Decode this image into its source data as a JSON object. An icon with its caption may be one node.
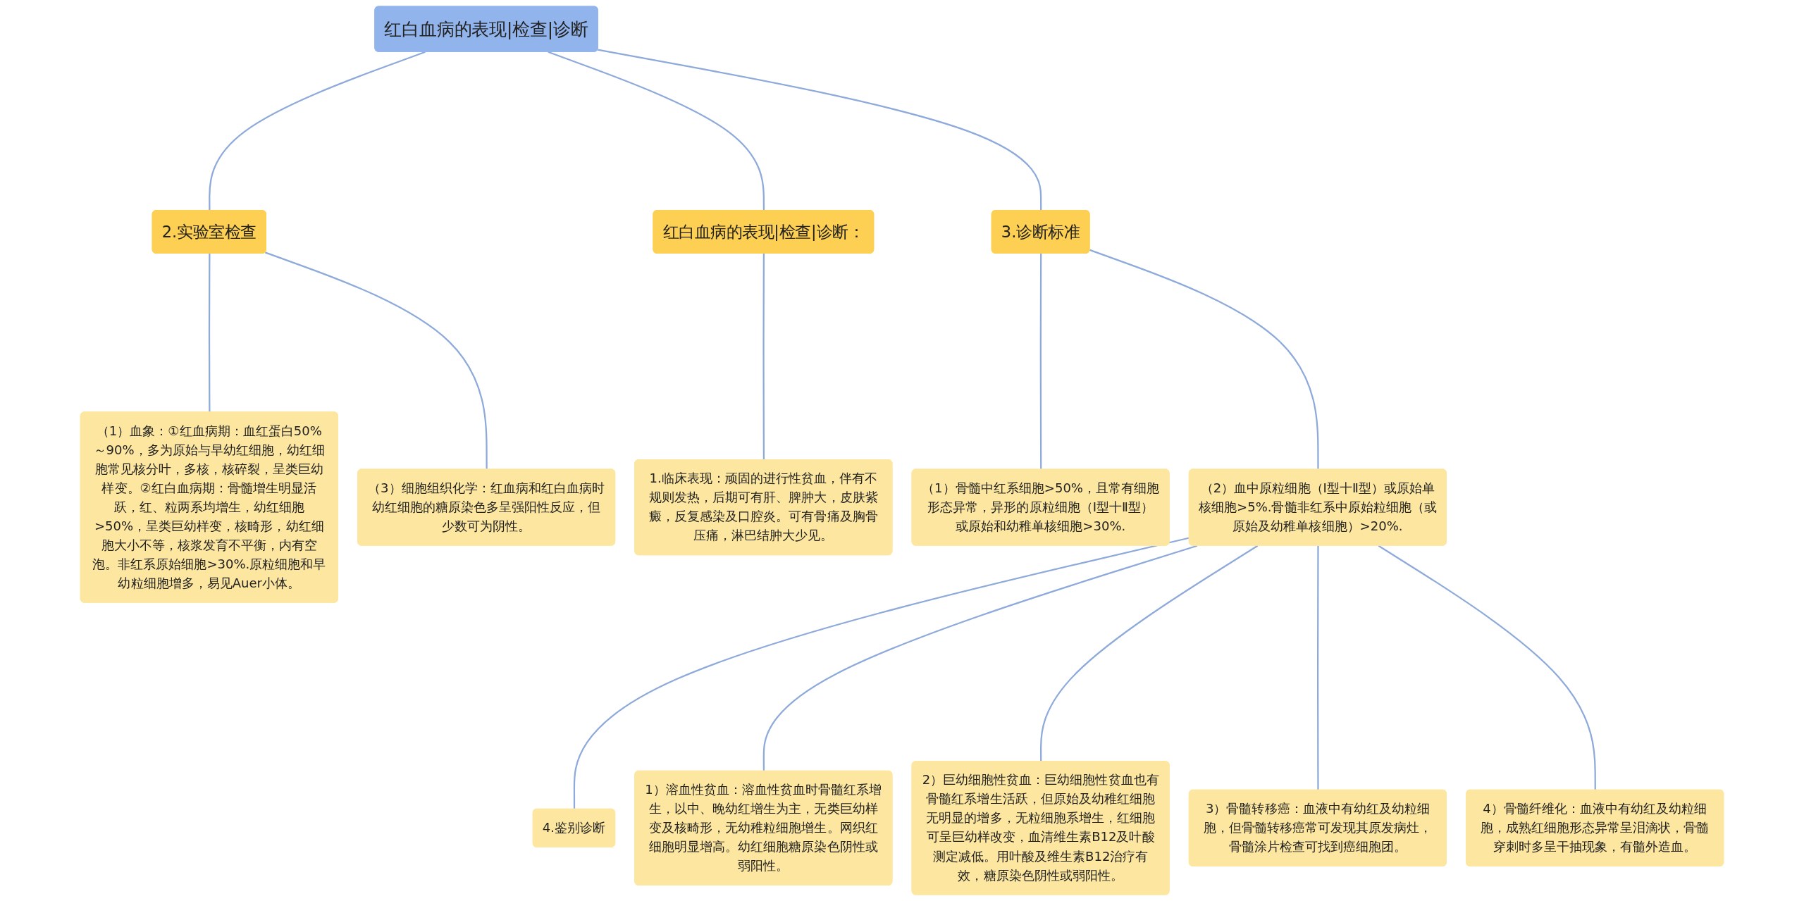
{
  "diagram": {
    "nodes": [
      {
        "text": [
          "红白血病的表现|检查|诊断"
        ]
      },
      {
        "text": [
          "2.实验室检查"
        ]
      },
      {
        "text": [
          "（1）血象：①红血病期：血红蛋白50%～90%，多为原始与早幼红细胞，幼红细胞常见核分叶，多核，核碎裂，呈类巨幼样变。②红白血病期：骨髓增生明显活跃，红、粒两系均增生，幼红细胞>50%，呈类巨幼样变，核畸形，幼红细胞大小不等，核浆发育不平衡，内有空泡。非红系原始细胞>30%.原粒细胞和早幼粒细胞增多，易见Auer小体。"
        ]
      },
      {
        "text": [
          "（3）细胞组织化学：红血病和红白血病时幼红细胞的糖原染色多呈强阳性反应，但少数可为阴性。"
        ]
      },
      {
        "text": [
          "红白血病的表现|检查|诊断："
        ]
      },
      {
        "text": [
          "1.临床表现：顽固的进行性贫血，伴有不规则发热，后期可有肝、脾肿大，皮肤紫癜，反复感染及口腔炎。可有骨痛及胸骨压痛，淋巴结肿大少见。"
        ]
      },
      {
        "text": [
          "3.诊断标准"
        ]
      },
      {
        "text": [
          "（1）骨髓中红系细胞>50%，且常有细胞形态异常，异形的原粒细胞（Ⅰ型十Ⅱ型）或原始和幼稚单核细胞>30%."
        ]
      },
      {
        "text": [
          "（2）血中原粒细胞（Ⅰ型十Ⅱ型）或原始单核细胞>5%.骨髓非红系中原始粒细胞（或原始及幼稚单核细胞）>20%."
        ]
      },
      {
        "text": [
          "4.鉴别诊断"
        ]
      },
      {
        "text": [
          "1）溶血性贫血：溶血性贫血时骨髓红系增生，以中、晚幼红增生为主，无类巨幼样变及核畸形，无幼稚粒细胞增生。网织红细胞明显增高。幼红细胞糖原染色阴性或弱阳性。"
        ]
      },
      {
        "text": [
          "2）巨幼细胞性贫血：巨幼细胞性贫血也有骨髓红系增生活跃，但原始及幼稚红细胞无明显的增多，无粒细胞系增生，红细胞可呈巨幼样改变，血清维生素B12及叶酸测定减低。用叶酸及维生素B12治疗有效，糖原染色阴性或弱阳性。"
        ]
      },
      {
        "text": [
          "3）骨髓转移癌：血液中有幼红及幼粒细胞，但骨髓转移癌常可发现其原发病灶，骨髓涂片检查可找到癌细胞团。"
        ]
      },
      {
        "text": [
          "4）骨髓纤维化：血液中有幼红及幼粒细胞，成熟红细胞形态异常呈泪滴状，骨髓穿刺时多呈干抽现象，有髓外造血。"
        ]
      }
    ],
    "edges": [
      {
        "from": 0,
        "to": 1,
        "arrow": "none"
      },
      {
        "from": 1,
        "to": 2,
        "arrow": "none"
      },
      {
        "from": 1,
        "to": 3,
        "arrow": "none"
      },
      {
        "from": 0,
        "to": 4,
        "arrow": "none"
      },
      {
        "from": 4,
        "to": 5,
        "arrow": "none"
      },
      {
        "from": 0,
        "to": 6,
        "arrow": "none"
      },
      {
        "from": 6,
        "to": 7,
        "arrow": "none"
      },
      {
        "from": 6,
        "to": 8,
        "arrow": "none"
      },
      {
        "from": 8,
        "to": 9,
        "arrow": "none"
      },
      {
        "from": 8,
        "to": 10,
        "arrow": "none"
      },
      {
        "from": 8,
        "to": 11,
        "arrow": "none"
      },
      {
        "from": 8,
        "to": 12,
        "arrow": "none"
      },
      {
        "from": 8,
        "to": 13,
        "arrow": "none"
      }
    ]
  }
}
